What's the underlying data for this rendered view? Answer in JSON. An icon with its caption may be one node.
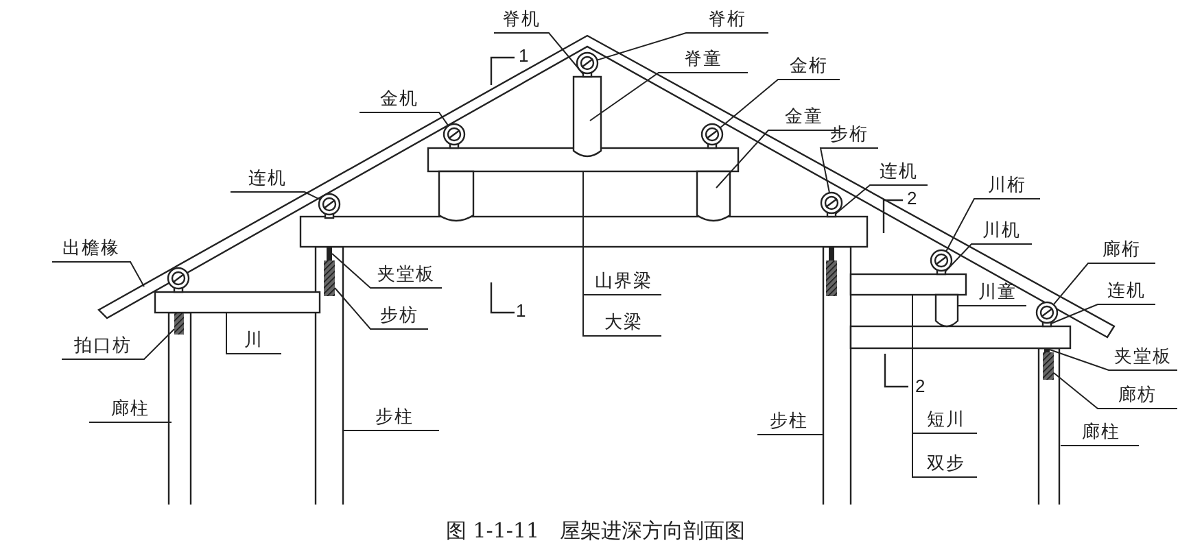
{
  "diagram": {
    "caption": "图 1-1-11　屋架进深方向剖面图",
    "nodes": [
      {
        "text": [
          "脊机"
        ]
      },
      {
        "text": [
          "脊桁"
        ]
      },
      {
        "text": [
          "脊童"
        ]
      },
      {
        "text": [
          "金机"
        ]
      },
      {
        "text": [
          "金桁"
        ]
      },
      {
        "text": [
          "金童"
        ]
      },
      {
        "text": [
          "步桁"
        ]
      },
      {
        "text": [
          "连机"
        ]
      },
      {
        "text": [
          "连机"
        ]
      },
      {
        "text": [
          "川桁"
        ]
      },
      {
        "text": [
          "川机"
        ]
      },
      {
        "text": [
          "廊桁"
        ]
      },
      {
        "text": [
          "连机"
        ]
      },
      {
        "text": [
          "出檐椽"
        ]
      },
      {
        "text": [
          "夹堂板"
        ]
      },
      {
        "text": [
          "步枋"
        ]
      },
      {
        "text": [
          "山界梁"
        ]
      },
      {
        "text": [
          "大梁"
        ]
      },
      {
        "text": [
          "拍口枋"
        ]
      },
      {
        "text": [
          "川"
        ]
      },
      {
        "text": [
          "川童"
        ]
      },
      {
        "text": [
          "夹堂板"
        ]
      },
      {
        "text": [
          "廊枋"
        ]
      },
      {
        "text": [
          "廊柱"
        ]
      },
      {
        "text": [
          "步柱"
        ]
      },
      {
        "text": [
          "步柱"
        ]
      },
      {
        "text": [
          "短川"
        ]
      },
      {
        "text": [
          "双步"
        ]
      },
      {
        "text": [
          "廊柱"
        ]
      },
      {
        "text": [],
        "shape": "circle"
      },
      {
        "text": [],
        "shape": "box"
      },
      {
        "text": [],
        "shape": "box"
      },
      {
        "text": [],
        "shape": "circle"
      },
      {
        "text": [],
        "shape": "circle"
      },
      {
        "text": [],
        "shape": "box"
      },
      {
        "text": [],
        "shape": "circle"
      },
      {
        "text": [],
        "shape": "box"
      },
      {
        "text": [],
        "shape": "circle"
      },
      {
        "text": [],
        "shape": "circle"
      },
      {
        "text": [],
        "shape": "box"
      },
      {
        "text": [],
        "shape": "circle"
      },
      {
        "text": [],
        "shape": "box"
      },
      {
        "text": [],
        "shape": "bar"
      },
      {
        "text": [],
        "shape": "box",
        "in": 53
      },
      {
        "text": [],
        "shape": "box",
        "in": 53
      },
      {
        "text": [],
        "shape": "box"
      },
      {
        "text": [],
        "shape": "box"
      },
      {
        "text": [],
        "shape": "box",
        "in": 52
      },
      {
        "text": [],
        "shape": "box"
      },
      {
        "text": [],
        "shape": "box"
      },
      {
        "text": [],
        "shape": "box",
        "in": 57
      },
      {
        "text": [],
        "shape": "box",
        "in": 57
      },
      {
        "text": [],
        "shape": "bar"
      },
      {
        "text": [],
        "shape": "bar"
      },
      {
        "text": [],
        "shape": "bar"
      },
      {
        "text": [],
        "shape": "box"
      },
      {
        "text": [],
        "shape": "box"
      },
      {
        "text": [],
        "shape": "bar"
      },
      {
        "text": [],
        "shape": "box",
        "in": 54
      },
      {
        "text": [],
        "shape": "box",
        "in": 54
      }
    ],
    "edges": [
      {
        "from": 0,
        "to": 30,
        "arrow": "none"
      },
      {
        "from": 1,
        "to": 29,
        "arrow": "none"
      },
      {
        "from": 2,
        "to": 31,
        "arrow": "none"
      },
      {
        "from": 3,
        "to": 32,
        "arrow": "none"
      },
      {
        "from": 4,
        "to": 33,
        "arrow": "none"
      },
      {
        "from": 5,
        "to": 34,
        "arrow": "none"
      },
      {
        "from": 6,
        "to": 35,
        "arrow": "none"
      },
      {
        "from": 7,
        "to": 36,
        "arrow": "none"
      },
      {
        "from": 8,
        "to": 37,
        "arrow": "none"
      },
      {
        "from": 9,
        "to": 38,
        "arrow": "none"
      },
      {
        "from": 10,
        "to": 39,
        "arrow": "none"
      },
      {
        "from": 11,
        "to": 40,
        "arrow": "none"
      },
      {
        "from": 12,
        "to": 41,
        "arrow": "none"
      },
      {
        "from": 13,
        "to": 42,
        "arrow": "none"
      },
      {
        "from": 14,
        "to": 43,
        "arrow": "none"
      },
      {
        "from": 15,
        "to": 44,
        "arrow": "none"
      },
      {
        "from": 16,
        "to": 45,
        "arrow": "none"
      },
      {
        "from": 17,
        "to": 46,
        "arrow": "none"
      },
      {
        "from": 18,
        "to": 47,
        "arrow": "none"
      },
      {
        "from": 19,
        "to": 48,
        "arrow": "none"
      },
      {
        "from": 20,
        "to": 49,
        "arrow": "none"
      },
      {
        "from": 21,
        "to": 50,
        "arrow": "none"
      },
      {
        "from": 22,
        "to": 51,
        "arrow": "none"
      },
      {
        "from": 23,
        "to": 52,
        "arrow": "none"
      },
      {
        "from": 24,
        "to": 53,
        "arrow": "none"
      },
      {
        "from": 25,
        "to": 54,
        "arrow": "none"
      },
      {
        "from": 26,
        "to": 55,
        "arrow": "none"
      },
      {
        "from": 27,
        "to": 56,
        "arrow": "none"
      },
      {
        "from": 28,
        "to": 57,
        "arrow": "none"
      }
    ],
    "labels": [
      "1",
      "1",
      "2",
      "2"
    ]
  }
}
